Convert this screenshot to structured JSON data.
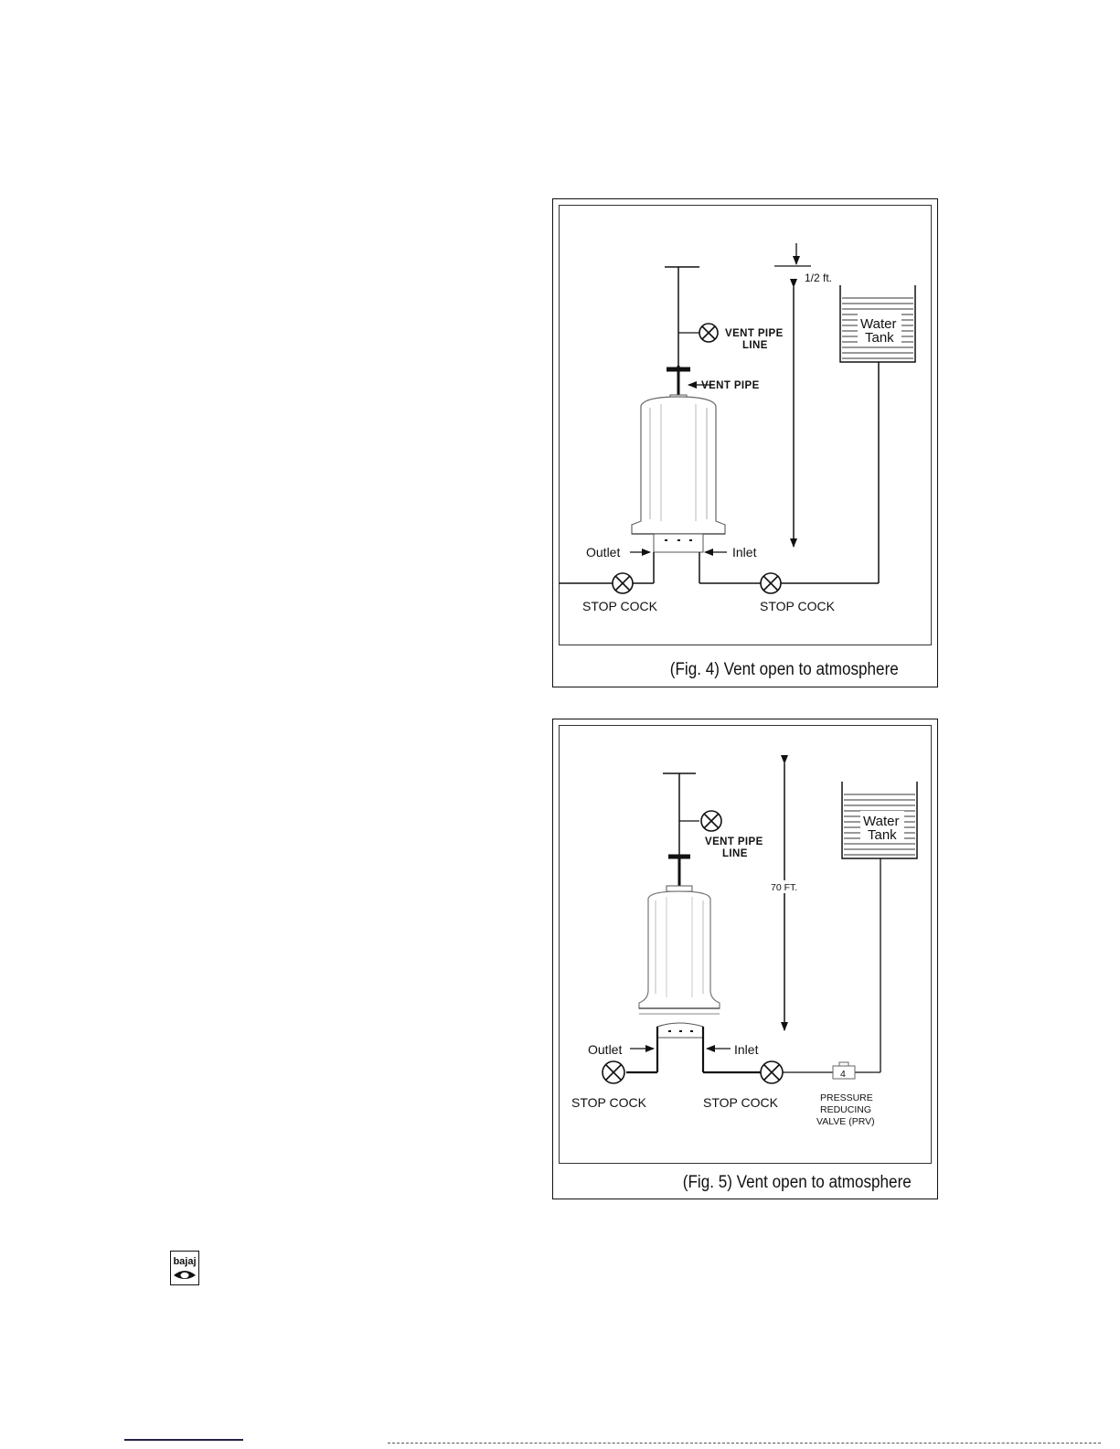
{
  "fig4": {
    "caption": "(Fig. 4) Vent open to atmosphere",
    "labels": {
      "half_ft": "1/2 ft.",
      "vent_pipe_line_1": "VENT PIPE",
      "vent_pipe_line_2": "LINE",
      "vent_pipe": "VENT PIPE",
      "water": "Water",
      "tank": "Tank",
      "outlet": "Outlet",
      "inlet": "Inlet",
      "stop_cock_left": "STOP COCK",
      "stop_cock_right": "STOP COCK"
    }
  },
  "fig5": {
    "caption": "(Fig. 5) Vent open to atmosphere",
    "labels": {
      "vent_pipe_line_1": "VENT PIPE",
      "vent_pipe_line_2": "LINE",
      "height": "70 FT.",
      "water": "Water",
      "tank": "Tank",
      "outlet": "Outlet",
      "inlet": "Inlet",
      "stop_cock_left": "STOP COCK",
      "stop_cock_right": "STOP COCK",
      "prv_number": "4",
      "prv_1": "PRESSURE",
      "prv_2": "REDUCING",
      "prv_3": "VALVE (PRV)"
    }
  },
  "logo": {
    "text": "bajaj"
  }
}
